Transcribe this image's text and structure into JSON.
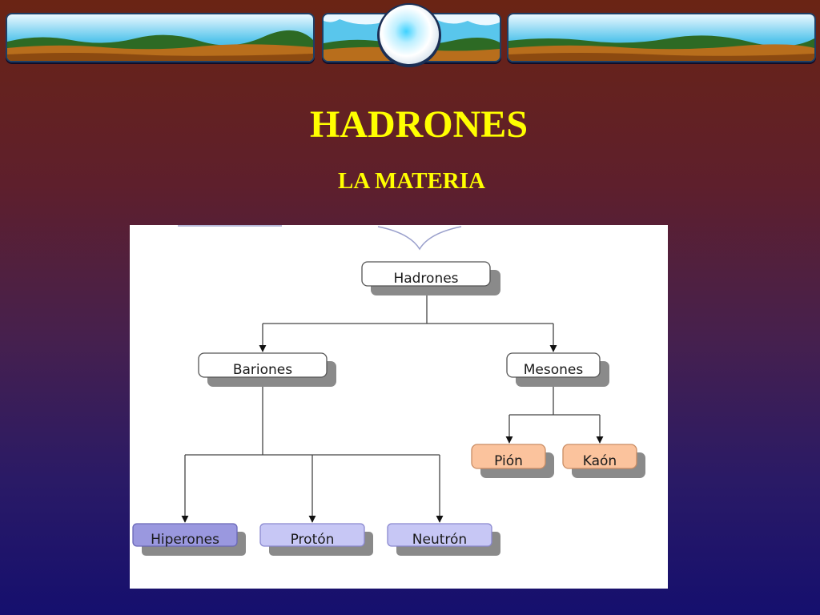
{
  "slide": {
    "title": "HADRONES",
    "subtitle": "LA MATERIA"
  },
  "colors": {
    "title": "#ffff00",
    "sky": "#59c6ec",
    "ground": "#b86e1c",
    "hills": "#2d6a24",
    "node_white": "#ffffff",
    "node_orange": "#fbc39d",
    "node_lavender": "#c7c7f5",
    "node_lavender_dark": "#9a98df"
  },
  "diagram": {
    "root": "Hadrones",
    "groups": [
      {
        "label": "Bariones",
        "children": [
          "Hiperones",
          "Protón",
          "Neutrón"
        ]
      },
      {
        "label": "Mesones",
        "children": [
          "Pión",
          "Kaón"
        ]
      }
    ]
  }
}
